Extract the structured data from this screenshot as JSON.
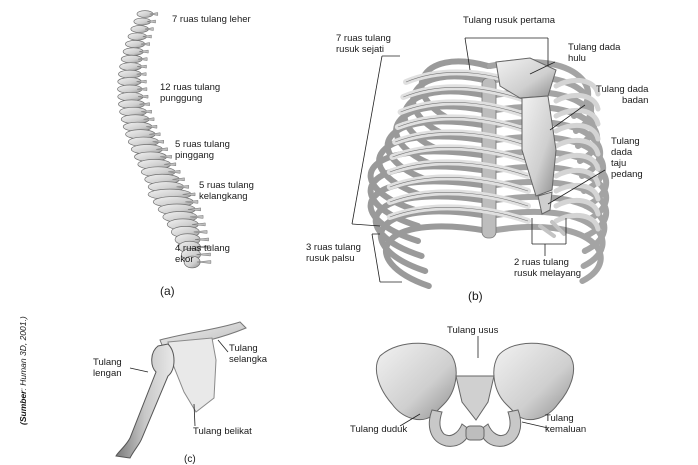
{
  "spine": {
    "labels": {
      "cervical": "7 ruas tulang leher",
      "thoracic": "12 ruas tulang\npunggung",
      "lumbar": "5 ruas tulang\npinggang",
      "sacral": "5 ruas tulang\nkelangkang",
      "coccyx": "4 ruas tulang\nekor"
    },
    "caption": "(a)"
  },
  "ribcage": {
    "labels": {
      "first_rib": "Tulang rusuk pertama",
      "true_ribs": "7 ruas tulang\nrusuk sejati",
      "manubrium": "Tulang dada\nhulu",
      "sternum_body": "Tulang dada\nbadan",
      "xiphoid": "Tulang\ndada\ntaju\npedang",
      "false_ribs": "3 ruas tulang\nrusuk palsu",
      "floating_ribs": "2 ruas tulang\nrusuk melayang"
    },
    "caption": "(b)"
  },
  "shoulder": {
    "labels": {
      "humerus": "Tulang\nlengan",
      "clavicle": "Tulang\nselangka",
      "scapula": "Tulang belikat"
    },
    "caption": "(c)"
  },
  "pelvis": {
    "labels": {
      "ilium": "Tulang usus",
      "ischium": "Tulang duduk",
      "pubis": "Tulang\nkemaluan"
    }
  },
  "source": {
    "prefix": "Sumber",
    "text": ": Human 3D, 2001."
  },
  "colors": {
    "bone": "#d9d9d9",
    "bone_shade": "#9a9a9a",
    "line": "#222222"
  }
}
